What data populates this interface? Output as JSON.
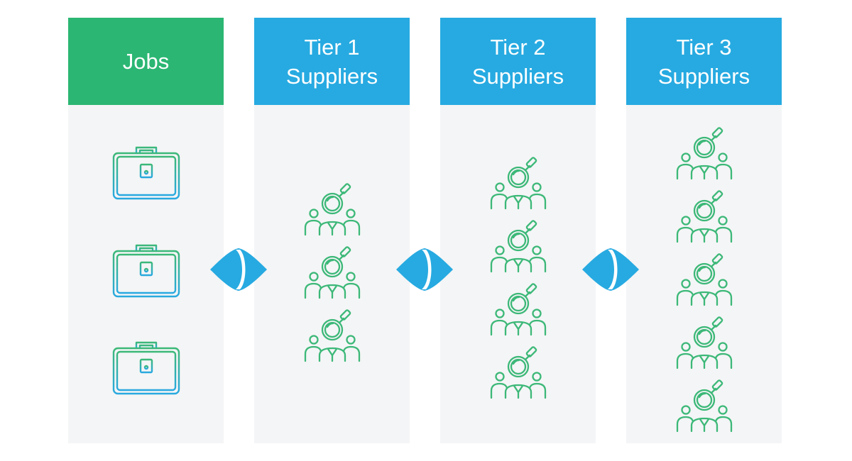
{
  "colors": {
    "header_jobs": "#2bb673",
    "header_tier": "#27aae1",
    "panel_bg": "#f4f5f6",
    "icon_green": "#3cb878",
    "icon_blue": "#29a9e0"
  },
  "columns": [
    {
      "id": "jobs",
      "title_lines": [
        "Jobs"
      ],
      "icon": "briefcase-icon",
      "icon_count": 3,
      "header_color": "#2bb673"
    },
    {
      "id": "tier1",
      "title_lines": [
        "Tier 1",
        "Suppliers"
      ],
      "icon": "supplier-group-icon",
      "icon_count": 3,
      "header_color": "#27aae1"
    },
    {
      "id": "tier2",
      "title_lines": [
        "Tier 2",
        "Suppliers"
      ],
      "icon": "supplier-group-icon",
      "icon_count": 4,
      "header_color": "#27aae1"
    },
    {
      "id": "tier3",
      "title_lines": [
        "Tier 3",
        "Suppliers"
      ],
      "icon": "supplier-group-icon",
      "icon_count": 5,
      "header_color": "#27aae1"
    }
  ],
  "connectors": [
    {
      "icon": "bidirectional-arrow-icon",
      "from": "jobs",
      "to": "tier1"
    },
    {
      "icon": "bidirectional-arrow-icon",
      "from": "tier1",
      "to": "tier2"
    },
    {
      "icon": "bidirectional-arrow-icon",
      "from": "tier2",
      "to": "tier3"
    }
  ]
}
